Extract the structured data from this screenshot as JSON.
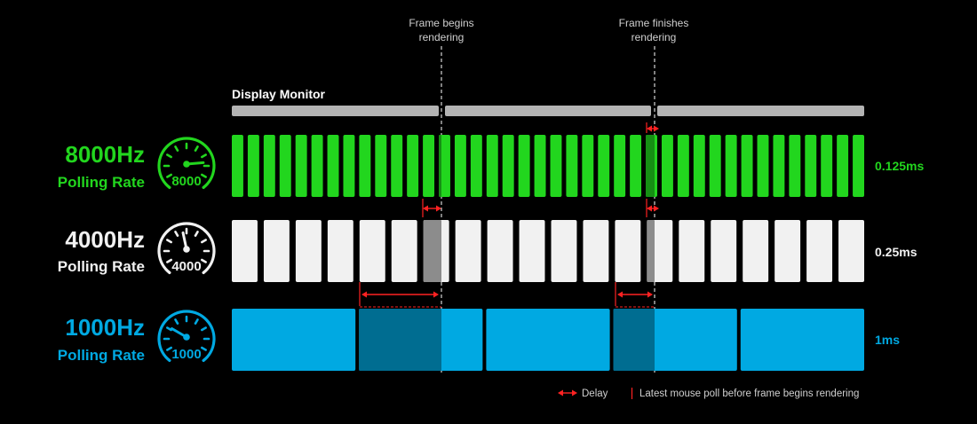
{
  "annotations": {
    "frame_begins": [
      "Frame begins",
      "rendering"
    ],
    "frame_finishes": [
      "Frame finishes",
      "rendering"
    ]
  },
  "monitor": {
    "label": "Display Monitor",
    "color": "#b3b3b3"
  },
  "rows": [
    {
      "id": "8000",
      "rate": "8000Hz",
      "sub": "Polling Rate",
      "gauge": "8000",
      "interval": "0.125ms",
      "color": "#22d61e",
      "highlight": "#168f14",
      "count": 40,
      "needle_angle": 85
    },
    {
      "id": "4000",
      "rate": "4000Hz",
      "sub": "Polling Rate",
      "gauge": "4000",
      "interval": "0.25ms",
      "color": "#f1f1f1",
      "highlight": "#8c8c8c",
      "count": 20,
      "needle_angle": -12
    },
    {
      "id": "1000",
      "rate": "1000Hz",
      "sub": "Polling Rate",
      "gauge": "1000",
      "interval": "1ms",
      "color": "#00a9e2",
      "highlight": "#006d91",
      "count": 5,
      "needle_angle": -60
    }
  ],
  "legend": {
    "delay": "Delay",
    "poll": "Latest mouse poll before frame begins rendering"
  },
  "accent": "#ff2222"
}
